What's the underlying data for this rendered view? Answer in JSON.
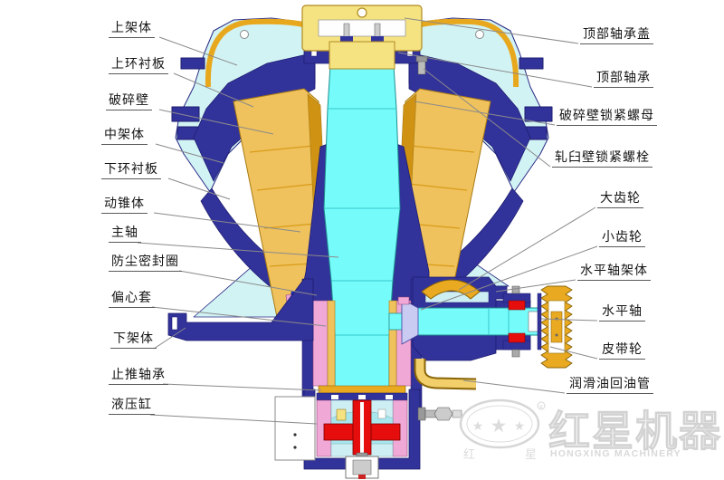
{
  "diagram": {
    "labels_left": [
      "上架体",
      "上环衬板",
      "破碎壁",
      "中架体",
      "下环衬板",
      "动锥体",
      "主轴",
      "防尘密封圈",
      "偏心套",
      "下架体",
      "止推轴承",
      "液压缸"
    ],
    "labels_right": [
      "顶部轴承盖",
      "顶部轴承",
      "破碎壁锁紧螺母",
      "轧臼壁锁紧螺栓",
      "大齿轮",
      "小齿轮",
      "水平轴架体",
      "水平轴",
      "皮带轮",
      "润滑油回油管"
    ]
  },
  "watermark": {
    "brand_cn": "红星机器",
    "brand_en": "HONGXING MACHINERY",
    "hong": "红",
    "xing": "星",
    "registered": "R",
    "star_glyph": "★"
  },
  "colors": {
    "frame_navy": "#32329B",
    "body_light_cyan": "#D2F3F4",
    "shaft_cyan": "#76FBFB",
    "liner_gold": "#EFC25D",
    "rim_gold": "#E9A920",
    "cap_yellow": "#F5E382",
    "eccentric_pink": "#F0A8D6",
    "piston_red": "#E60D0D",
    "gear_blue": "#1C2FD6",
    "bevel_lavender": "#C9CBF2",
    "leader_line": "#8a8a8a",
    "watermark_gray": "#d6d6d6"
  }
}
